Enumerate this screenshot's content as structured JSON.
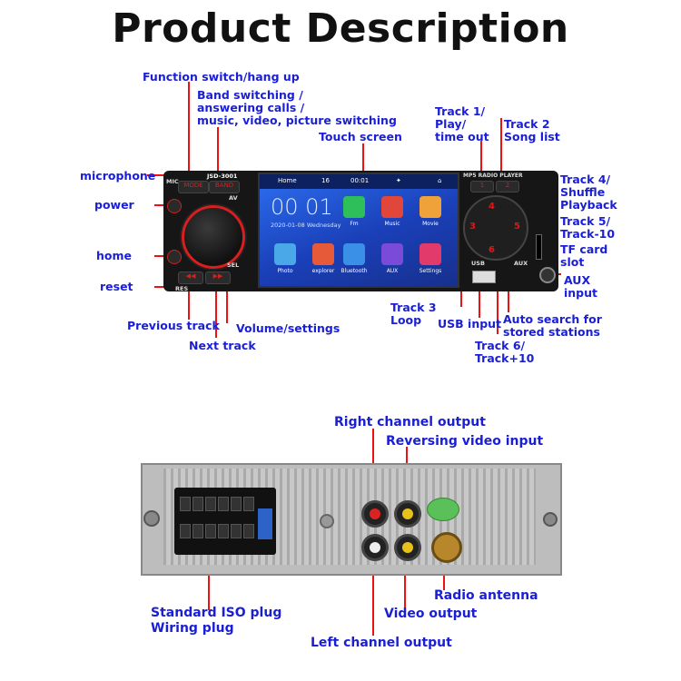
{
  "title": "Product Description",
  "front_labels": {
    "function_switch": "Function switch/hang up",
    "band_switching": [
      "Band switching /",
      "answering calls /",
      "music, video, picture switching"
    ],
    "touch_screen": "Touch screen",
    "microphone": "microphone",
    "power": "power",
    "home": "home",
    "reset": "reset",
    "previous_track": "Previous track",
    "next_track": "Next track",
    "volume_settings": "Volume/settings",
    "track1": [
      "Track 1/",
      "Play/",
      "time out"
    ],
    "track2": [
      "Track 2",
      "Song list"
    ],
    "track4": [
      "Track 4/",
      "Shuffle",
      "Playback"
    ],
    "track5": [
      "Track 5/",
      "Track-10"
    ],
    "tf_card": [
      "TF card",
      "slot"
    ],
    "aux_input": [
      "AUX",
      "input"
    ],
    "track3": [
      "Track 3",
      "Loop"
    ],
    "usb_input": "USB input",
    "auto_search": [
      "Auto search for",
      "stored stations"
    ],
    "track6": [
      "Track 6/",
      "Track+10"
    ]
  },
  "device": {
    "model": "JSD-3001",
    "mic": "MIC",
    "mode": "MODE",
    "band": "BAND",
    "av": "AV",
    "sel": "SEL",
    "res": "RES",
    "mp5": "MP5 RADIO PLAYER",
    "usb": "USB",
    "aux": "AUX",
    "nums": [
      "1",
      "2",
      "3",
      "4",
      "5",
      "6"
    ],
    "screen": {
      "home": "Home",
      "volume": "16",
      "time_small": "00:01",
      "clock": "00 01",
      "date": "2020-01-08  Wednesday",
      "apps": [
        {
          "label": "Fm",
          "color": "#2fbf5a"
        },
        {
          "label": "Music",
          "color": "#e0473a"
        },
        {
          "label": "Movie",
          "color": "#f0a23a"
        },
        {
          "label": "Photo",
          "color": "#4aa8e8"
        },
        {
          "label": "explorer",
          "color": "#e65a3a"
        },
        {
          "label": "Bluetooth",
          "color": "#3a8fe6"
        },
        {
          "label": "AUX",
          "color": "#7a4ad8"
        },
        {
          "label": "Settings",
          "color": "#e23a6a"
        }
      ]
    }
  },
  "back_labels": {
    "right_channel": "Right channel output",
    "reversing_video": "Reversing video input",
    "iso_plug": [
      "Standard ISO plug",
      "Wiring plug"
    ],
    "radio_antenna": "Radio antenna",
    "video_output": "Video output",
    "left_channel": "Left channel output"
  }
}
